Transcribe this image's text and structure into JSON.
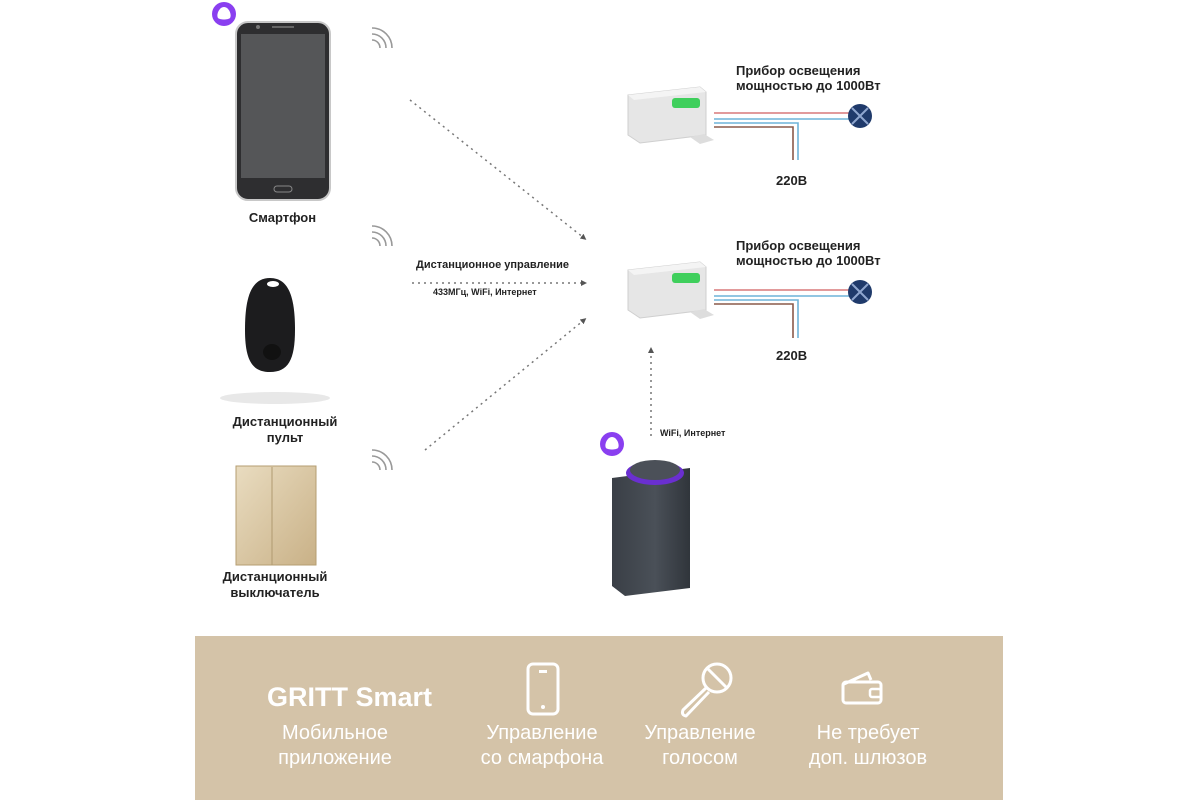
{
  "colors": {
    "alice_purple": "#8a3ff0",
    "banner_bg": "#d4c3a8",
    "wire_red": "#d9787a",
    "wire_blue": "#6fb3d8",
    "wire_brown": "#8a5a4a",
    "lamp": "#1f3a6b"
  },
  "devices": {
    "smartphone": {
      "label": "Смартфон",
      "icon": "smartphone-icon"
    },
    "remote": {
      "label_line1": "Дистанционный",
      "label_line2": "пульт",
      "icon": "keyfob-remote-icon"
    },
    "switch": {
      "label_line1": "Дистанционный",
      "label_line2": "выключатель",
      "icon": "wall-switch-icon"
    },
    "speaker": {
      "icon": "smart-speaker-icon",
      "link_label": "WiFi, Интернет"
    }
  },
  "link": {
    "title": "Дистанционное управление",
    "subtitle": "433МГц, WiFi, Интернет"
  },
  "relays": [
    {
      "load_line1": "Прибор освещения",
      "load_line2": "мощностью до 1000Вт",
      "supply": "220В"
    },
    {
      "load_line1": "Прибор освещения",
      "load_line2": "мощностью до 1000Вт",
      "supply": "220В"
    }
  ],
  "banner": {
    "brand": "GRITT Smart",
    "features": [
      {
        "line1": "Мобильное",
        "line2": "приложение",
        "icon": ""
      },
      {
        "line1": "Управление",
        "line2": "со смарфона",
        "icon": "smartphone-outline-icon"
      },
      {
        "line1": "Управление",
        "line2": "голосом",
        "icon": "microphone-icon"
      },
      {
        "line1": "Не требует",
        "line2": "доп. шлюзов",
        "icon": "wallet-icon"
      }
    ]
  }
}
